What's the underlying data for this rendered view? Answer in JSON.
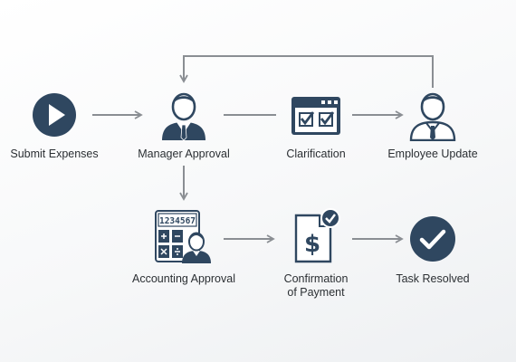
{
  "colors": {
    "icon": "#2f4760",
    "arrow": "#8a8e93",
    "text": "#2b2f33"
  },
  "nodes": [
    {
      "id": "submit",
      "label": "Submit Expenses",
      "icon": "play-circle-icon"
    },
    {
      "id": "manager",
      "label": "Manager Approval",
      "icon": "manager-person-icon"
    },
    {
      "id": "clarification",
      "label": "Clarification",
      "icon": "checklist-window-icon"
    },
    {
      "id": "employee",
      "label": "Employee Update",
      "icon": "employee-person-icon"
    },
    {
      "id": "accounting",
      "label": "Accounting Approval",
      "icon": "calculator-person-icon",
      "calculator_text": "1234567"
    },
    {
      "id": "confirmation",
      "label_line1": "Confirmation",
      "label_line2": "of Payment",
      "icon": "dollar-document-icon"
    },
    {
      "id": "resolved",
      "label": "Task Resolved",
      "icon": "check-circle-icon"
    }
  ],
  "edges": [
    {
      "from": "submit",
      "to": "manager"
    },
    {
      "from": "manager",
      "to": "clarification"
    },
    {
      "from": "clarification",
      "to": "employee"
    },
    {
      "from": "employee",
      "to": "manager"
    },
    {
      "from": "manager",
      "to": "accounting"
    },
    {
      "from": "accounting",
      "to": "confirmation"
    },
    {
      "from": "confirmation",
      "to": "resolved"
    }
  ]
}
